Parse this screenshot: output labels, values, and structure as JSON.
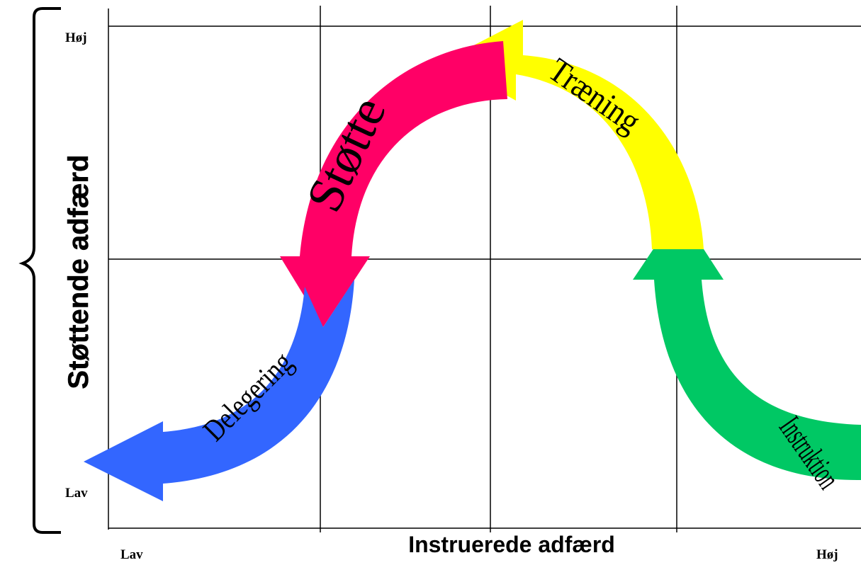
{
  "y_axis": {
    "title": "Støttende adfærd",
    "high_label": "Høj",
    "low_label": "Lav"
  },
  "x_axis": {
    "title": "Instruerede adfærd",
    "low_label": "Lav",
    "high_label": "Høj"
  },
  "arrows": [
    {
      "id": "instruktion",
      "label": "Instruktion",
      "color": "#00c864"
    },
    {
      "id": "traening",
      "label": "Træning",
      "color": "#ffff00"
    },
    {
      "id": "stoette",
      "label": "Støtte",
      "color": "#ff0066"
    },
    {
      "id": "delegering",
      "label": "Delegering",
      "color": "#3366ff"
    }
  ]
}
